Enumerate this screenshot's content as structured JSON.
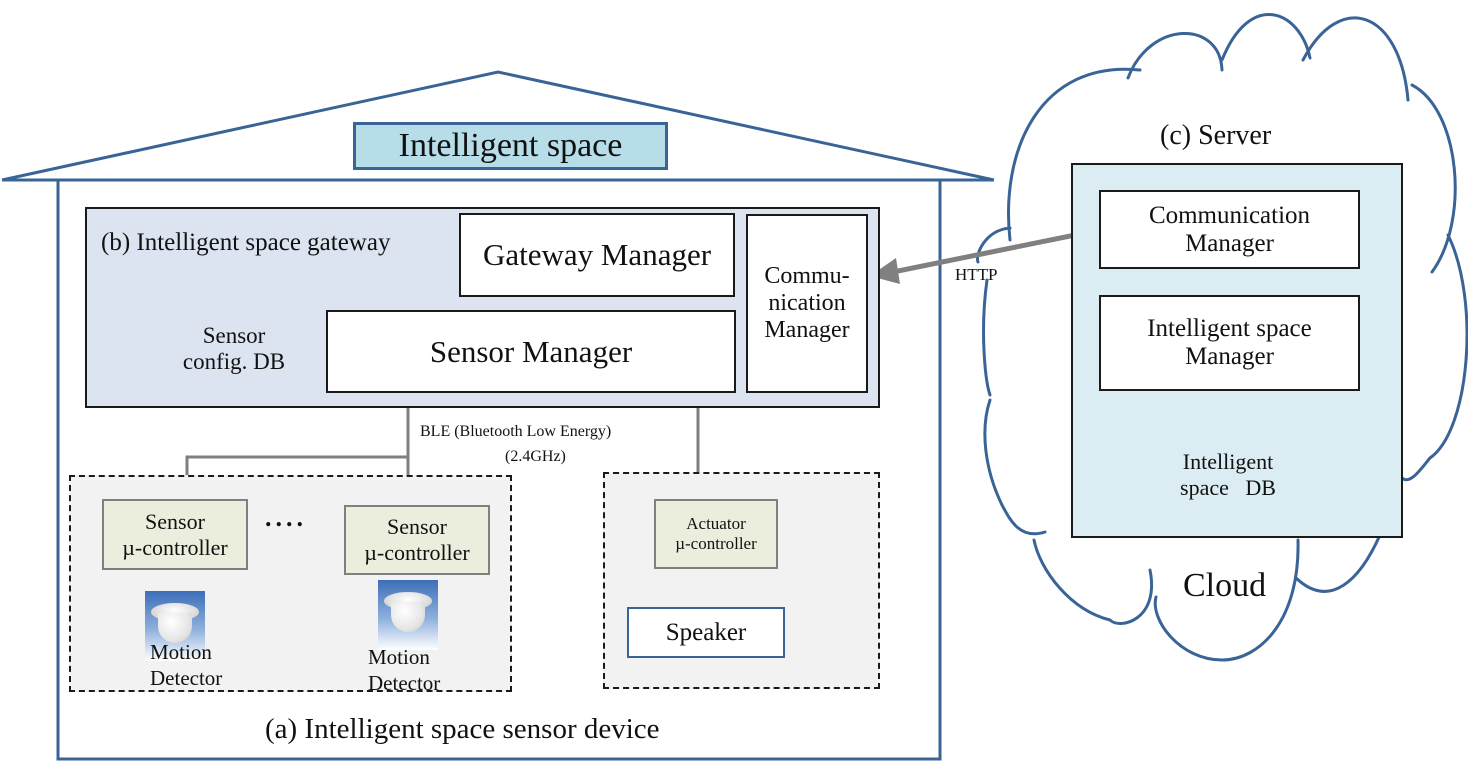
{
  "title": "Intelligent space",
  "gateway": {
    "label": "(b) Intelligent space gateway",
    "gateway_manager": "Gateway Manager",
    "sensor_manager": "Sensor Manager",
    "sensor_db": [
      "Sensor",
      "config. DB"
    ],
    "comm_manager": [
      "Commu-",
      "nication",
      "Manager"
    ]
  },
  "link": {
    "ble": "BLE (Bluetooth Low Energy)",
    "ble_freq": "(2.4GHz)",
    "http": "HTTP"
  },
  "sensor_group": {
    "controllers": [
      {
        "lines": [
          "Sensor",
          "µ-controller"
        ],
        "device": [
          "Motion",
          "Detector"
        ]
      },
      {
        "lines": [
          "Sensor",
          "µ-controller"
        ],
        "device": [
          "Motion",
          "Detector"
        ]
      }
    ],
    "ellipsis": "...."
  },
  "actuator_group": {
    "controller": [
      "Actuator",
      "µ-controller"
    ],
    "device": "Speaker"
  },
  "device_label": "(a) Intelligent space sensor device",
  "server": {
    "label": "(c) Server",
    "comm_manager": [
      "Communication",
      "Manager"
    ],
    "space_manager": [
      "Intelligent space",
      "Manager"
    ],
    "db": [
      "Intelligent",
      "space   DB"
    ]
  },
  "cloud_label": "Cloud",
  "colors": {
    "house_stroke": "#3a6496",
    "cloud_stroke": "#3a6496",
    "title_fill": "#b7dde8",
    "gateway_fill": "#dbe4f0",
    "server_fill": "#dbedf3",
    "controller_fill": "#ebeedd",
    "connector": "#7f7f7f",
    "arrow": "#808080"
  }
}
